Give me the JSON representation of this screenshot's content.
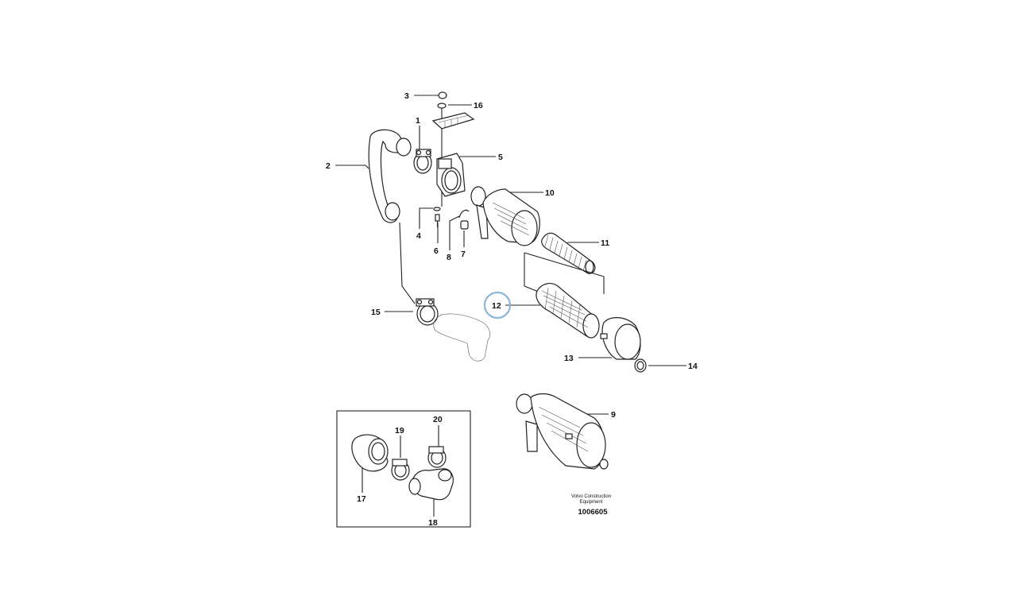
{
  "callouts": {
    "c1": "1",
    "c2": "2",
    "c3": "3",
    "c4": "4",
    "c5": "5",
    "c6": "6",
    "c7": "7",
    "c8": "8",
    "c9": "9",
    "c10": "10",
    "c11": "11",
    "c12": "12",
    "c13": "13",
    "c14": "14",
    "c15": "15",
    "c16": "16",
    "c17": "17",
    "c18": "18",
    "c19": "19",
    "c20": "20"
  },
  "caption": {
    "line1": "Volvo Construction",
    "line2": "Equipment",
    "code": "1006605"
  },
  "highlighted_callout": "12",
  "highlight_color": "#8ab6d8"
}
